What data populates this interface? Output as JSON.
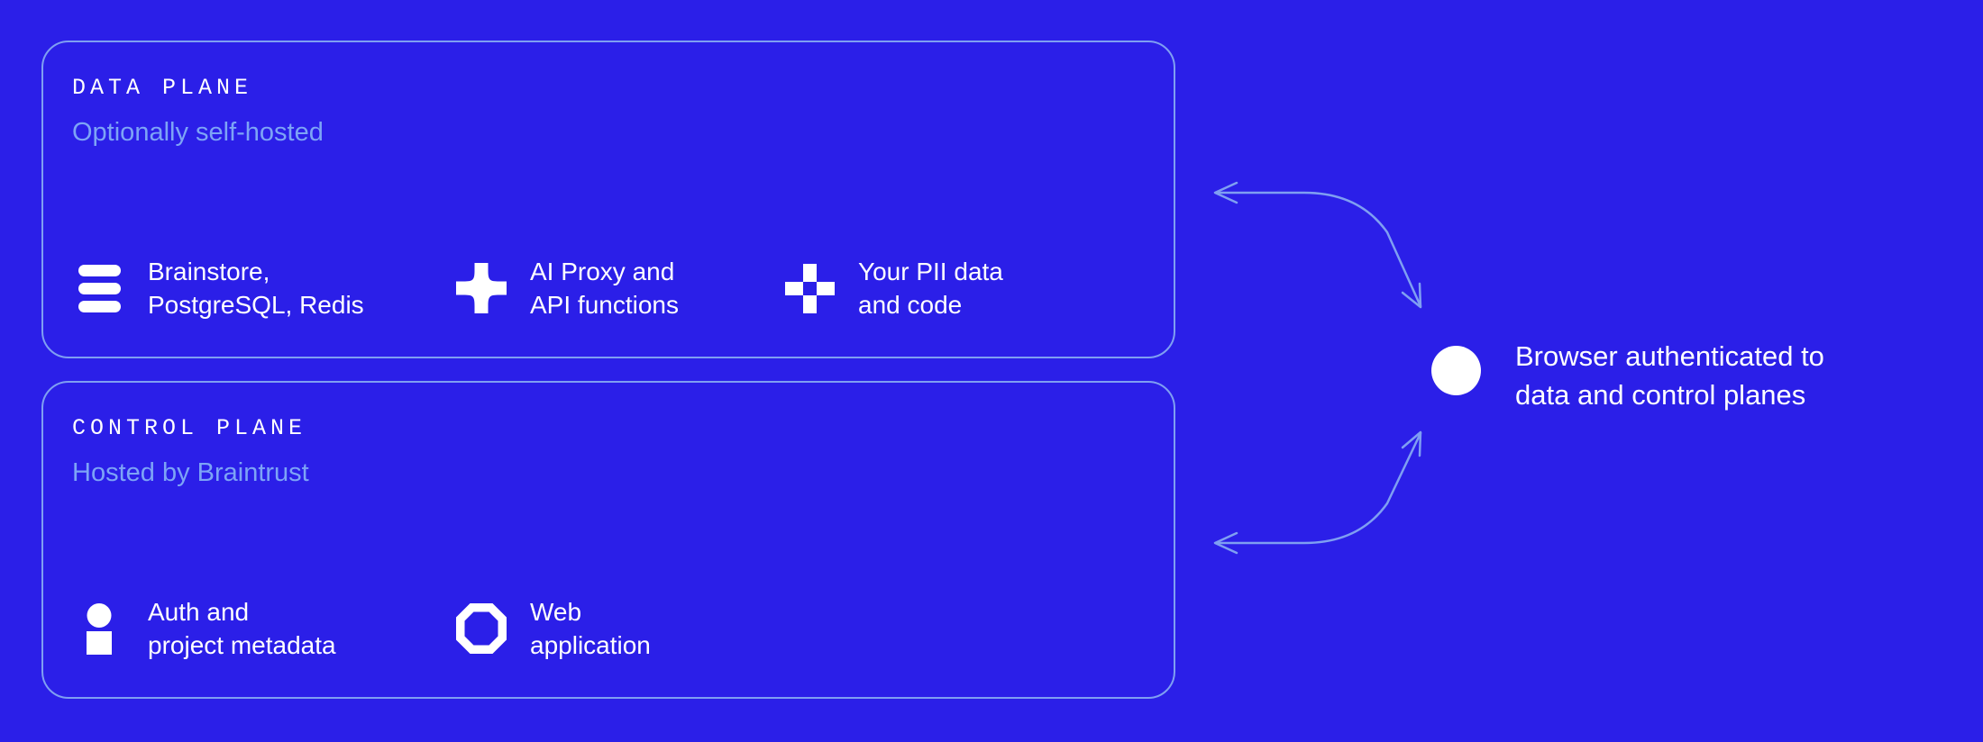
{
  "colors": {
    "bg": "#2b1fe8",
    "line": "#7f9ff2",
    "subtle": "#7da4f6",
    "fg": "#ffffff"
  },
  "data_plane": {
    "title": "DATA PLANE",
    "subtitle": "Optionally self-hosted",
    "items": [
      {
        "icon": "database-stack-icon",
        "label": "Brainstore,\nPostgreSQL, Redis"
      },
      {
        "icon": "sparkle-icon",
        "label": "AI Proxy and\nAPI functions"
      },
      {
        "icon": "plus-icon",
        "label": "Your PII data\nand code"
      }
    ]
  },
  "control_plane": {
    "title": "CONTROL PLANE",
    "subtitle": "Hosted by Braintrust",
    "items": [
      {
        "icon": "person-icon",
        "label": "Auth and\nproject metadata"
      },
      {
        "icon": "octagon-icon",
        "label": "Web\napplication"
      }
    ]
  },
  "browser": {
    "icon": "filled-circle-icon",
    "label": "Browser authenticated to\ndata and control planes"
  }
}
